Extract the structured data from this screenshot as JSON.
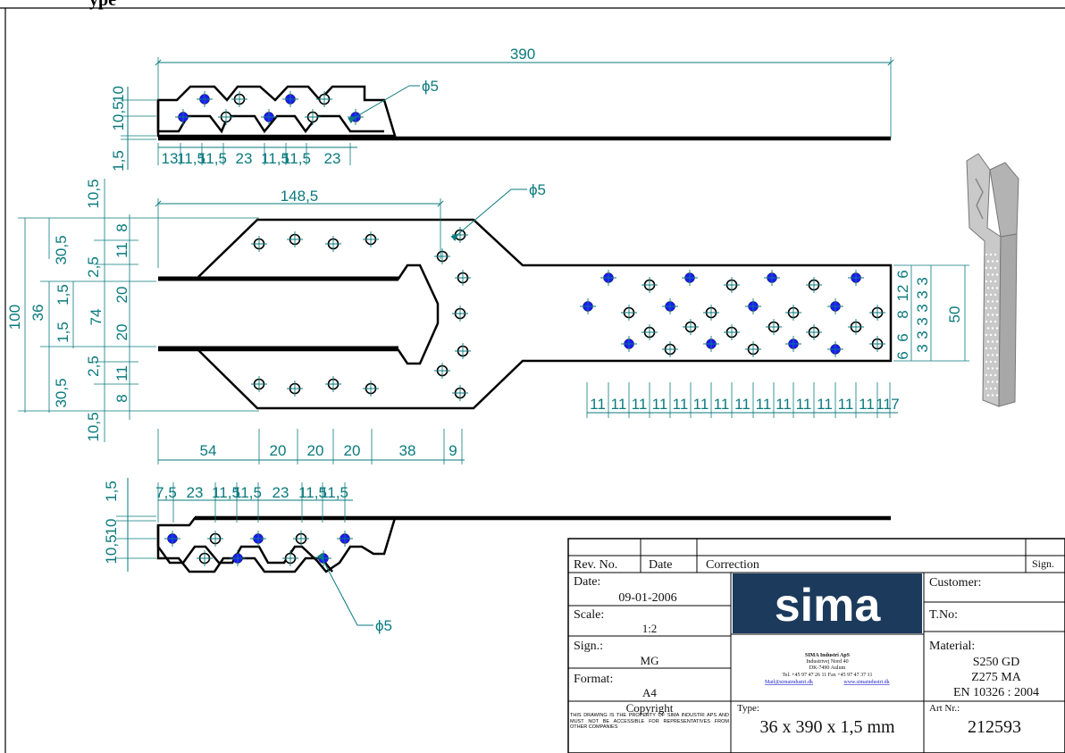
{
  "header_fragment": "ype",
  "colors": {
    "dimension": "#0a7a7e",
    "outline": "#000000",
    "hole_fill": "#1a1aff",
    "logo_bg": "#1b3a5c"
  },
  "dims": {
    "top_length": "390",
    "top_heights": [
      "10,5",
      "10",
      "1,5"
    ],
    "top_spacing": [
      "13",
      "11,5",
      "11,5",
      "23",
      "11,5",
      "11,5",
      "23"
    ],
    "hole_top": "ϕ5",
    "hole_mid": "ϕ5",
    "hole_bottom": "ϕ5",
    "mid_left_length": "148,5",
    "left_overall": "100",
    "left_inner": [
      "30,5",
      "36",
      "30,5"
    ],
    "left_mid_a": [
      "1,5",
      "74",
      "1,5"
    ],
    "left_stack": [
      "10,5",
      "8",
      "11",
      "2,5",
      "20",
      "20",
      "2,5",
      "11",
      "8",
      "10,5"
    ],
    "bottom_spacing": [
      "54",
      "20",
      "20",
      "20",
      "38",
      "9"
    ],
    "right_spacing": [
      "11",
      "11",
      "11",
      "11",
      "11",
      "11",
      "11",
      "11",
      "11",
      "11",
      "11",
      "11",
      "11",
      "11",
      "11",
      "7"
    ],
    "right_height": "50",
    "right_stack_a": [
      "6",
      "12",
      "8",
      "6",
      "6"
    ],
    "right_stack_b": [
      "3",
      "3",
      "3",
      "3",
      "3",
      "3"
    ],
    "bottom_heights": [
      "1,5",
      "10",
      "10,5"
    ],
    "bottom_top_spacing": [
      "7,5",
      "23",
      "11,5",
      "11,5",
      "23",
      "11,5",
      "11,5"
    ]
  },
  "title_block": {
    "rev_no_label": "Rev. No.",
    "date_col_label": "Date",
    "correction_label": "Correction",
    "sign_col_label": "Sign.",
    "date_label": "Date:",
    "date_value": "09-01-2006",
    "scale_label": "Scale:",
    "scale_value": "1:2",
    "sign_label": "Sign.:",
    "sign_value": "MG",
    "format_label": "Format:",
    "format_value": "A4",
    "copyright_title": "Copyright",
    "copyright_text": "THIS DRAWING IS THE PROPERTY OF SIMA INDUSTRI APS AND MUST NOT BE ACCESSIBLE FOR REPRESENTATIVES FROM OTHER COMPANIES",
    "logo_text": "sima",
    "company_name": "SIMA Industri ApS",
    "company_street": "Industrivej Nord 40",
    "company_city": "DK-7490 Aulum",
    "company_phone": "Tel. +45 97 47 26 11  Fax +45 97 47 37 11",
    "company_mail": "Mail@simaindustri.dk",
    "company_web": "www.simaindustri.dk",
    "customer_label": "Customer:",
    "tno_label": "T.No:",
    "material_label": "Material:",
    "material_1": "S250 GD",
    "material_2": "Z275 MA",
    "material_3": "EN 10326 : 2004",
    "type_label": "Type:",
    "type_value": "36 x 390 x 1,5 mm",
    "art_label": "Art Nr.:",
    "art_value": "212593"
  }
}
